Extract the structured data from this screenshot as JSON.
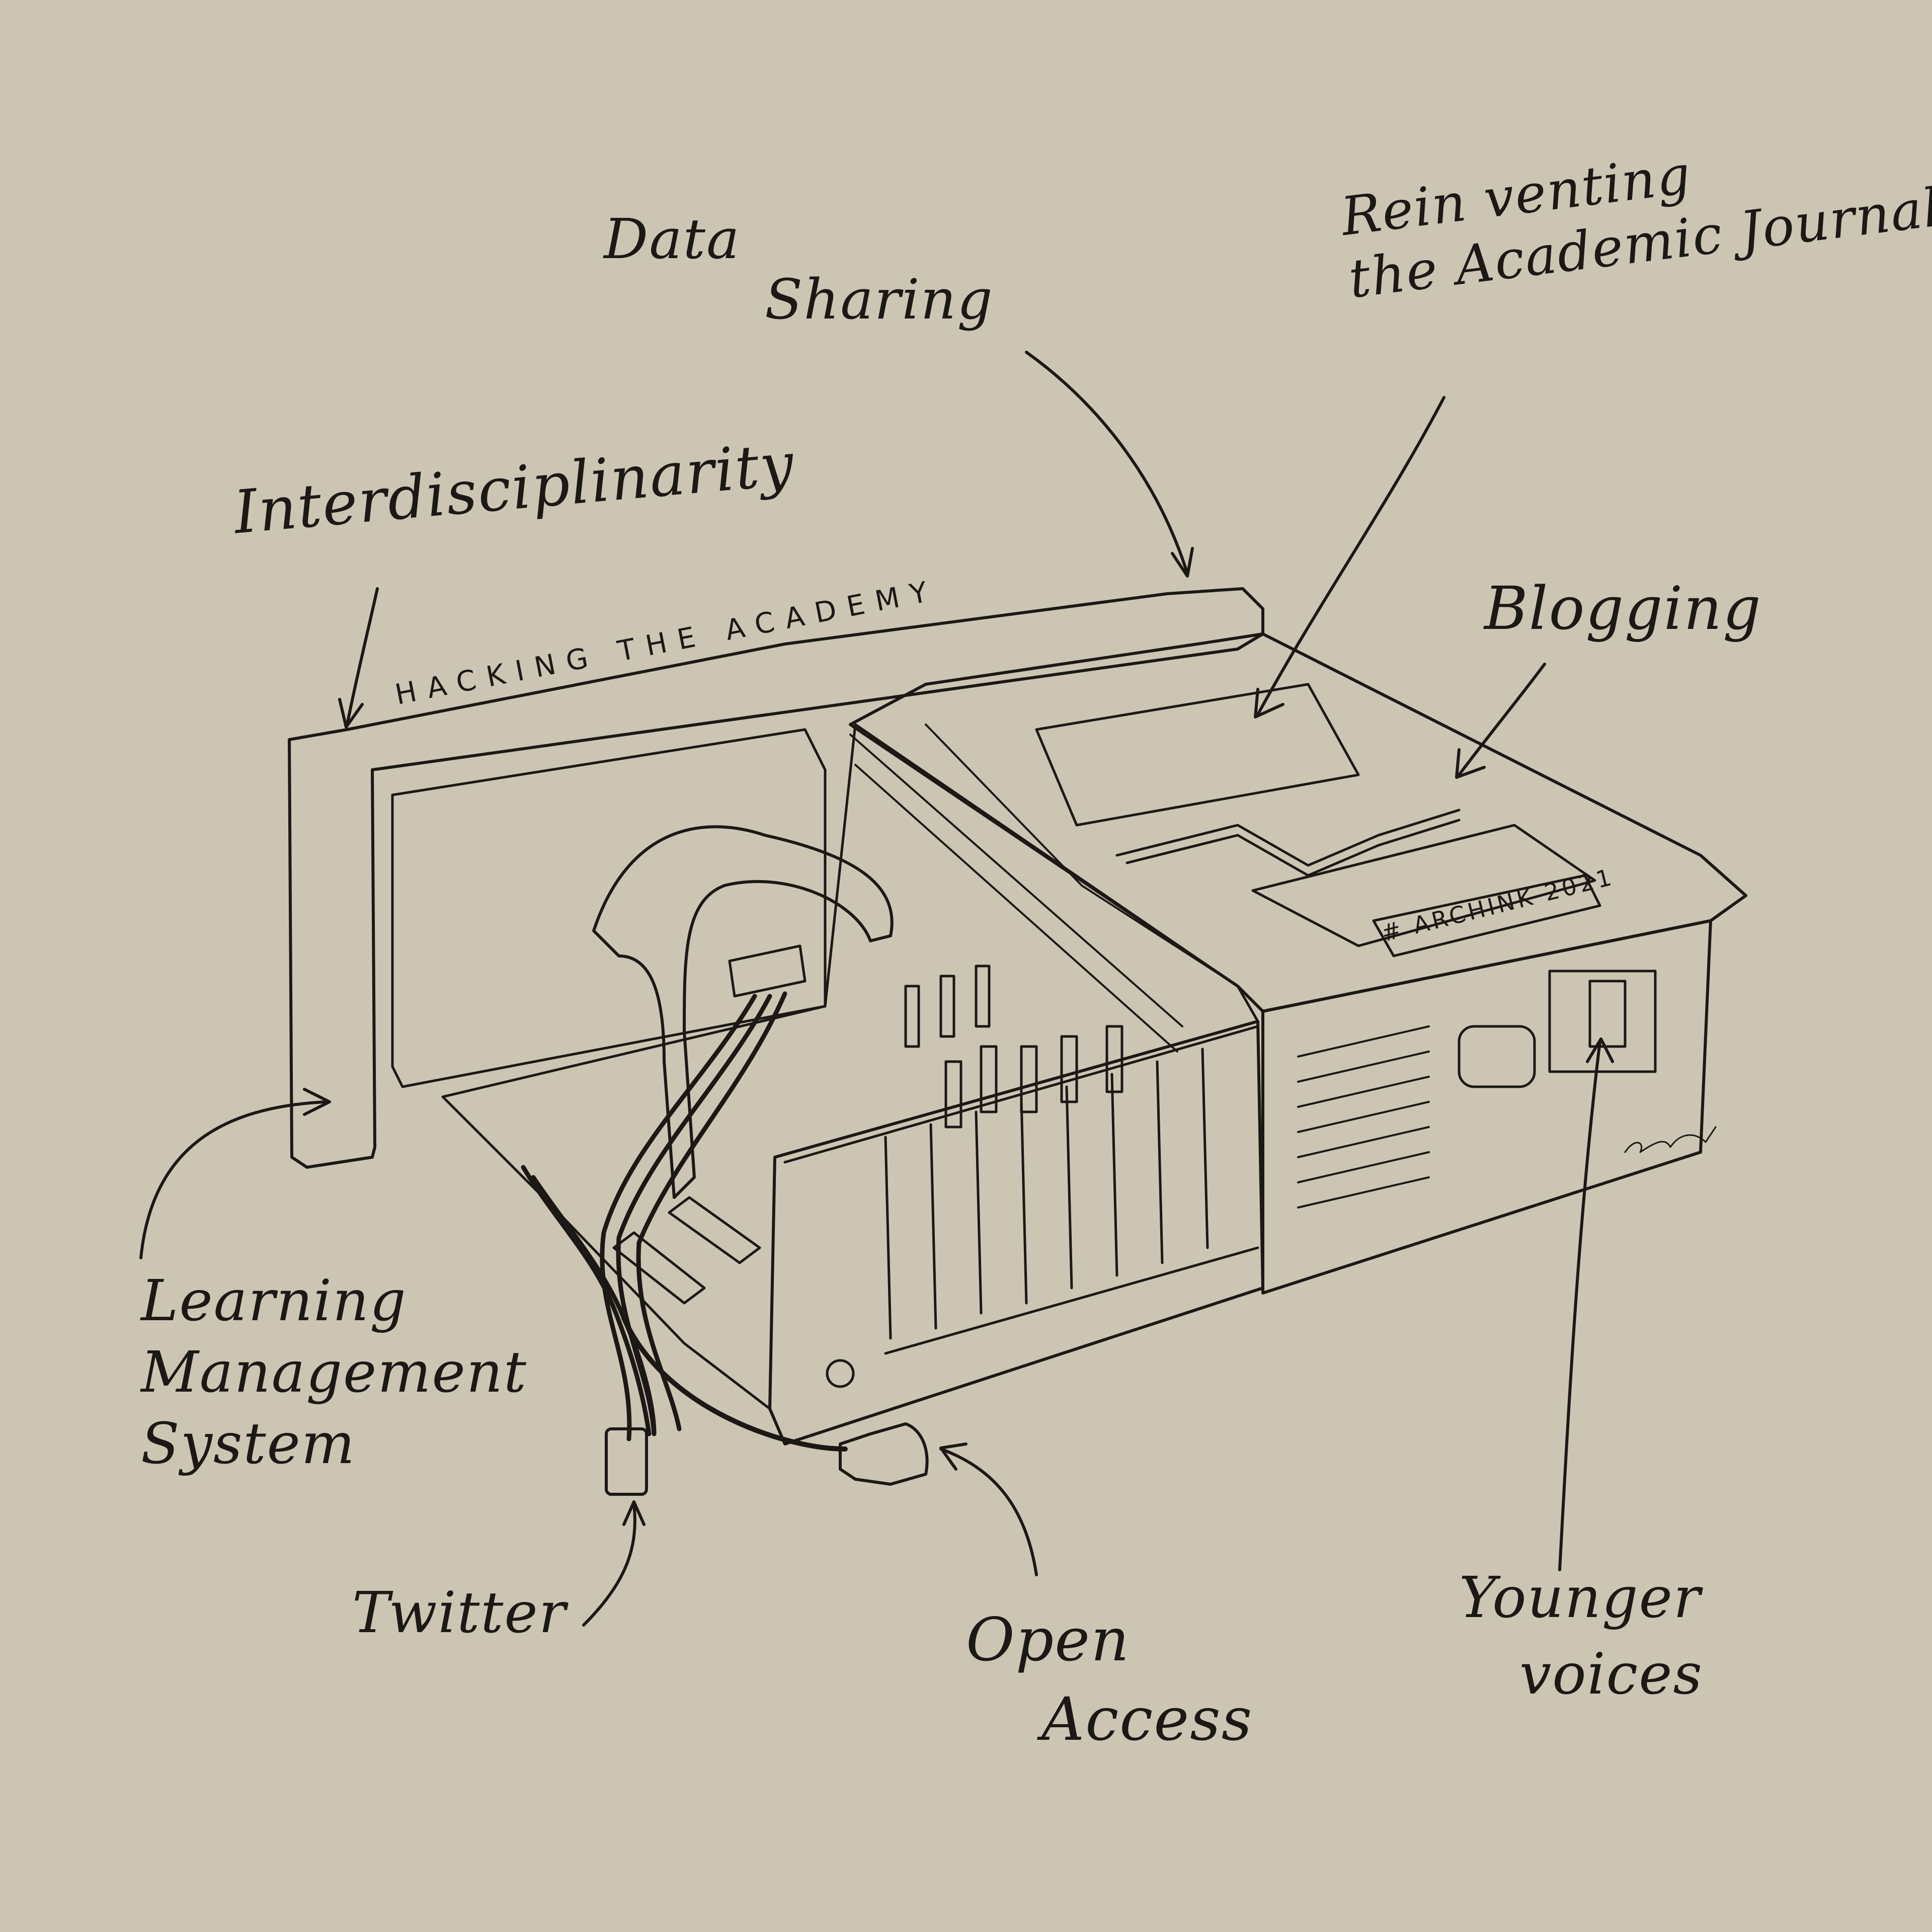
{
  "colors": {
    "background": "#cdc5b4",
    "paper": "#fbf5d8",
    "ink": "#1b1815"
  },
  "case_text": {
    "banner": "HACKING THE ACADEMY",
    "tag": "# ARCHINK 2021"
  },
  "labels": {
    "data_sharing": [
      "Data",
      "Sharing"
    ],
    "reinventing": [
      "Rein venting",
      "the Academic Journal"
    ],
    "interdisciplinarity": "Interdisciplinarity",
    "blogging": "Blogging",
    "lms": [
      "Learning",
      "Management",
      "System"
    ],
    "twitter": "Twitter",
    "open_access": [
      "Open",
      "Access"
    ],
    "younger_voices": [
      "Younger",
      "voices"
    ]
  }
}
